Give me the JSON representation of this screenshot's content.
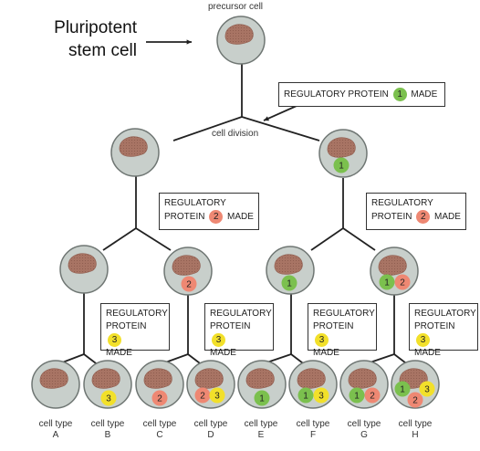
{
  "labels": {
    "pluripotent_line1": "Pluripotent",
    "pluripotent_line2": "stem cell",
    "precursor": "precursor cell",
    "cell_division": "cell division"
  },
  "boxes": {
    "reg1": {
      "text_before": "REGULATORY PROTEIN",
      "badge": "1",
      "text_after": "MADE"
    },
    "reg2_left": {
      "line1": "REGULATORY",
      "line2_before": "PROTEIN",
      "badge": "2",
      "line2_after": "MADE"
    },
    "reg2_right": {
      "line1": "REGULATORY",
      "line2_before": "PROTEIN",
      "badge": "2",
      "line2_after": "MADE"
    },
    "reg3_a": {
      "line1": "REGULATORY",
      "line2_before": "PROTEIN",
      "badge": "3",
      "line3": "MADE"
    },
    "reg3_b": {
      "line1": "REGULATORY",
      "line2_before": "PROTEIN",
      "badge": "3",
      "line3": "MADE"
    },
    "reg3_c": {
      "line1": "REGULATORY",
      "line2_before": "PROTEIN",
      "badge": "3",
      "line3": "MADE"
    },
    "reg3_d": {
      "line1": "REGULATORY",
      "line2_before": "PROTEIN",
      "badge": "3",
      "line3": "MADE"
    }
  },
  "cell_types": [
    {
      "line1": "cell type",
      "line2": "A"
    },
    {
      "line1": "cell type",
      "line2": "B"
    },
    {
      "line1": "cell type",
      "line2": "C"
    },
    {
      "line1": "cell type",
      "line2": "D"
    },
    {
      "line1": "cell type",
      "line2": "E"
    },
    {
      "line1": "cell type",
      "line2": "F"
    },
    {
      "line1": "cell type",
      "line2": "G"
    },
    {
      "line1": "cell type",
      "line2": "H"
    }
  ],
  "protein_numbers": {
    "p1": "1",
    "p2": "2",
    "p3": "3"
  },
  "colors": {
    "cell_fill": "#c8cfcb",
    "cell_stroke": "#6f7673",
    "nucleus": "#a87464",
    "protein1": "#7bc04e",
    "protein2": "#ee8873",
    "protein3": "#f2e02a"
  }
}
